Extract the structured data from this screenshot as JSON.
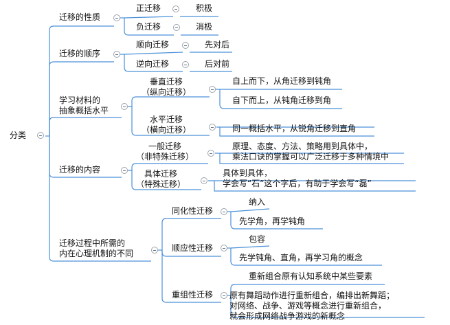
{
  "root": {
    "label": "分类"
  },
  "branches": [
    {
      "label": "迁移的性质",
      "children": [
        {
          "label": "正迁移",
          "children": [
            {
              "label": "积极"
            }
          ]
        },
        {
          "label": "负迁移",
          "children": [
            {
              "label": "消极"
            }
          ]
        }
      ]
    },
    {
      "label": "迁移的顺序",
      "children": [
        {
          "label": "顺向迁移",
          "children": [
            {
              "label": "先对后"
            }
          ]
        },
        {
          "label": "逆向迁移",
          "children": [
            {
              "label": "后对前"
            }
          ]
        }
      ]
    },
    {
      "label": "学习材料的\n抽象概括水平",
      "children": [
        {
          "label": "垂直迁移\n（纵向迁移）",
          "children": [
            {
              "label": "自上而下，从角迁移到钝角"
            },
            {
              "label": "自下而上，从钝角迁移到角"
            }
          ]
        },
        {
          "label": "水平迁移\n（横向迁移）",
          "children": [
            {
              "label": "同一概括水平，从锐角迁移到直角"
            }
          ]
        }
      ]
    },
    {
      "label": "迁移的内容",
      "children": [
        {
          "label": "一般迁移\n（非特殊迁移）",
          "children": [
            {
              "label": "原理、态度、方法、策略用到具体中，\n乘法口诀的掌握可以广泛迁移于多种情境中"
            }
          ]
        },
        {
          "label": "具体迁移\n（特殊迁移）",
          "children": [
            {
              "label": "具体到具体，\n学会写“石”这个字后，有助于学会写“磊”"
            }
          ]
        }
      ]
    },
    {
      "label": "迁移过程中所需的\n内在心理机制的不同",
      "children": [
        {
          "label": "同化性迁移",
          "children": [
            {
              "label": "纳入"
            },
            {
              "label": "先学角，再学钝角"
            }
          ]
        },
        {
          "label": "顺应性迁移",
          "children": [
            {
              "label": "包容"
            },
            {
              "label": "先学钝角、直角，再学习角的概念"
            }
          ]
        },
        {
          "label": "重组性迁移",
          "children": [
            {
              "label": "重新组合原有认知系统中某些要素"
            },
            {
              "label": "原有舞蹈动作进行重新组合，编排出新舞蹈；\n对网络、战争、游戏等概念进行重新组合，\n就会形成网络战争游戏的新概念"
            }
          ]
        }
      ]
    }
  ],
  "colors": {
    "connector": "#4a90d9",
    "text": "#111111",
    "toggle_border": "#9aa3ad"
  }
}
